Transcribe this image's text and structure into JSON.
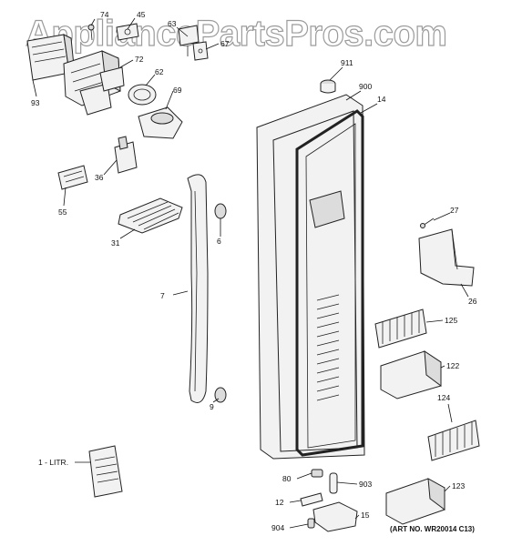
{
  "watermark": "AppliancePartsPros.com",
  "art_number": "(ART NO. WR20014 C13)",
  "part_labels": {
    "p74": "74",
    "p45": "45",
    "p63": "63",
    "p67": "67",
    "p72": "72",
    "p93": "93",
    "p62": "62",
    "p69": "69",
    "p36": "36",
    "p55": "55",
    "p31": "31",
    "p6": "6",
    "p7": "7",
    "p9": "9",
    "p911": "911",
    "p900": "900",
    "p14": "14",
    "p27": "27",
    "p26": "26",
    "p125": "125",
    "p122": "122",
    "p124": "124",
    "p123": "123",
    "p80": "80",
    "p903": "903",
    "p12": "12",
    "p15": "15",
    "p904": "904",
    "p1litr": "1 - LITR."
  }
}
